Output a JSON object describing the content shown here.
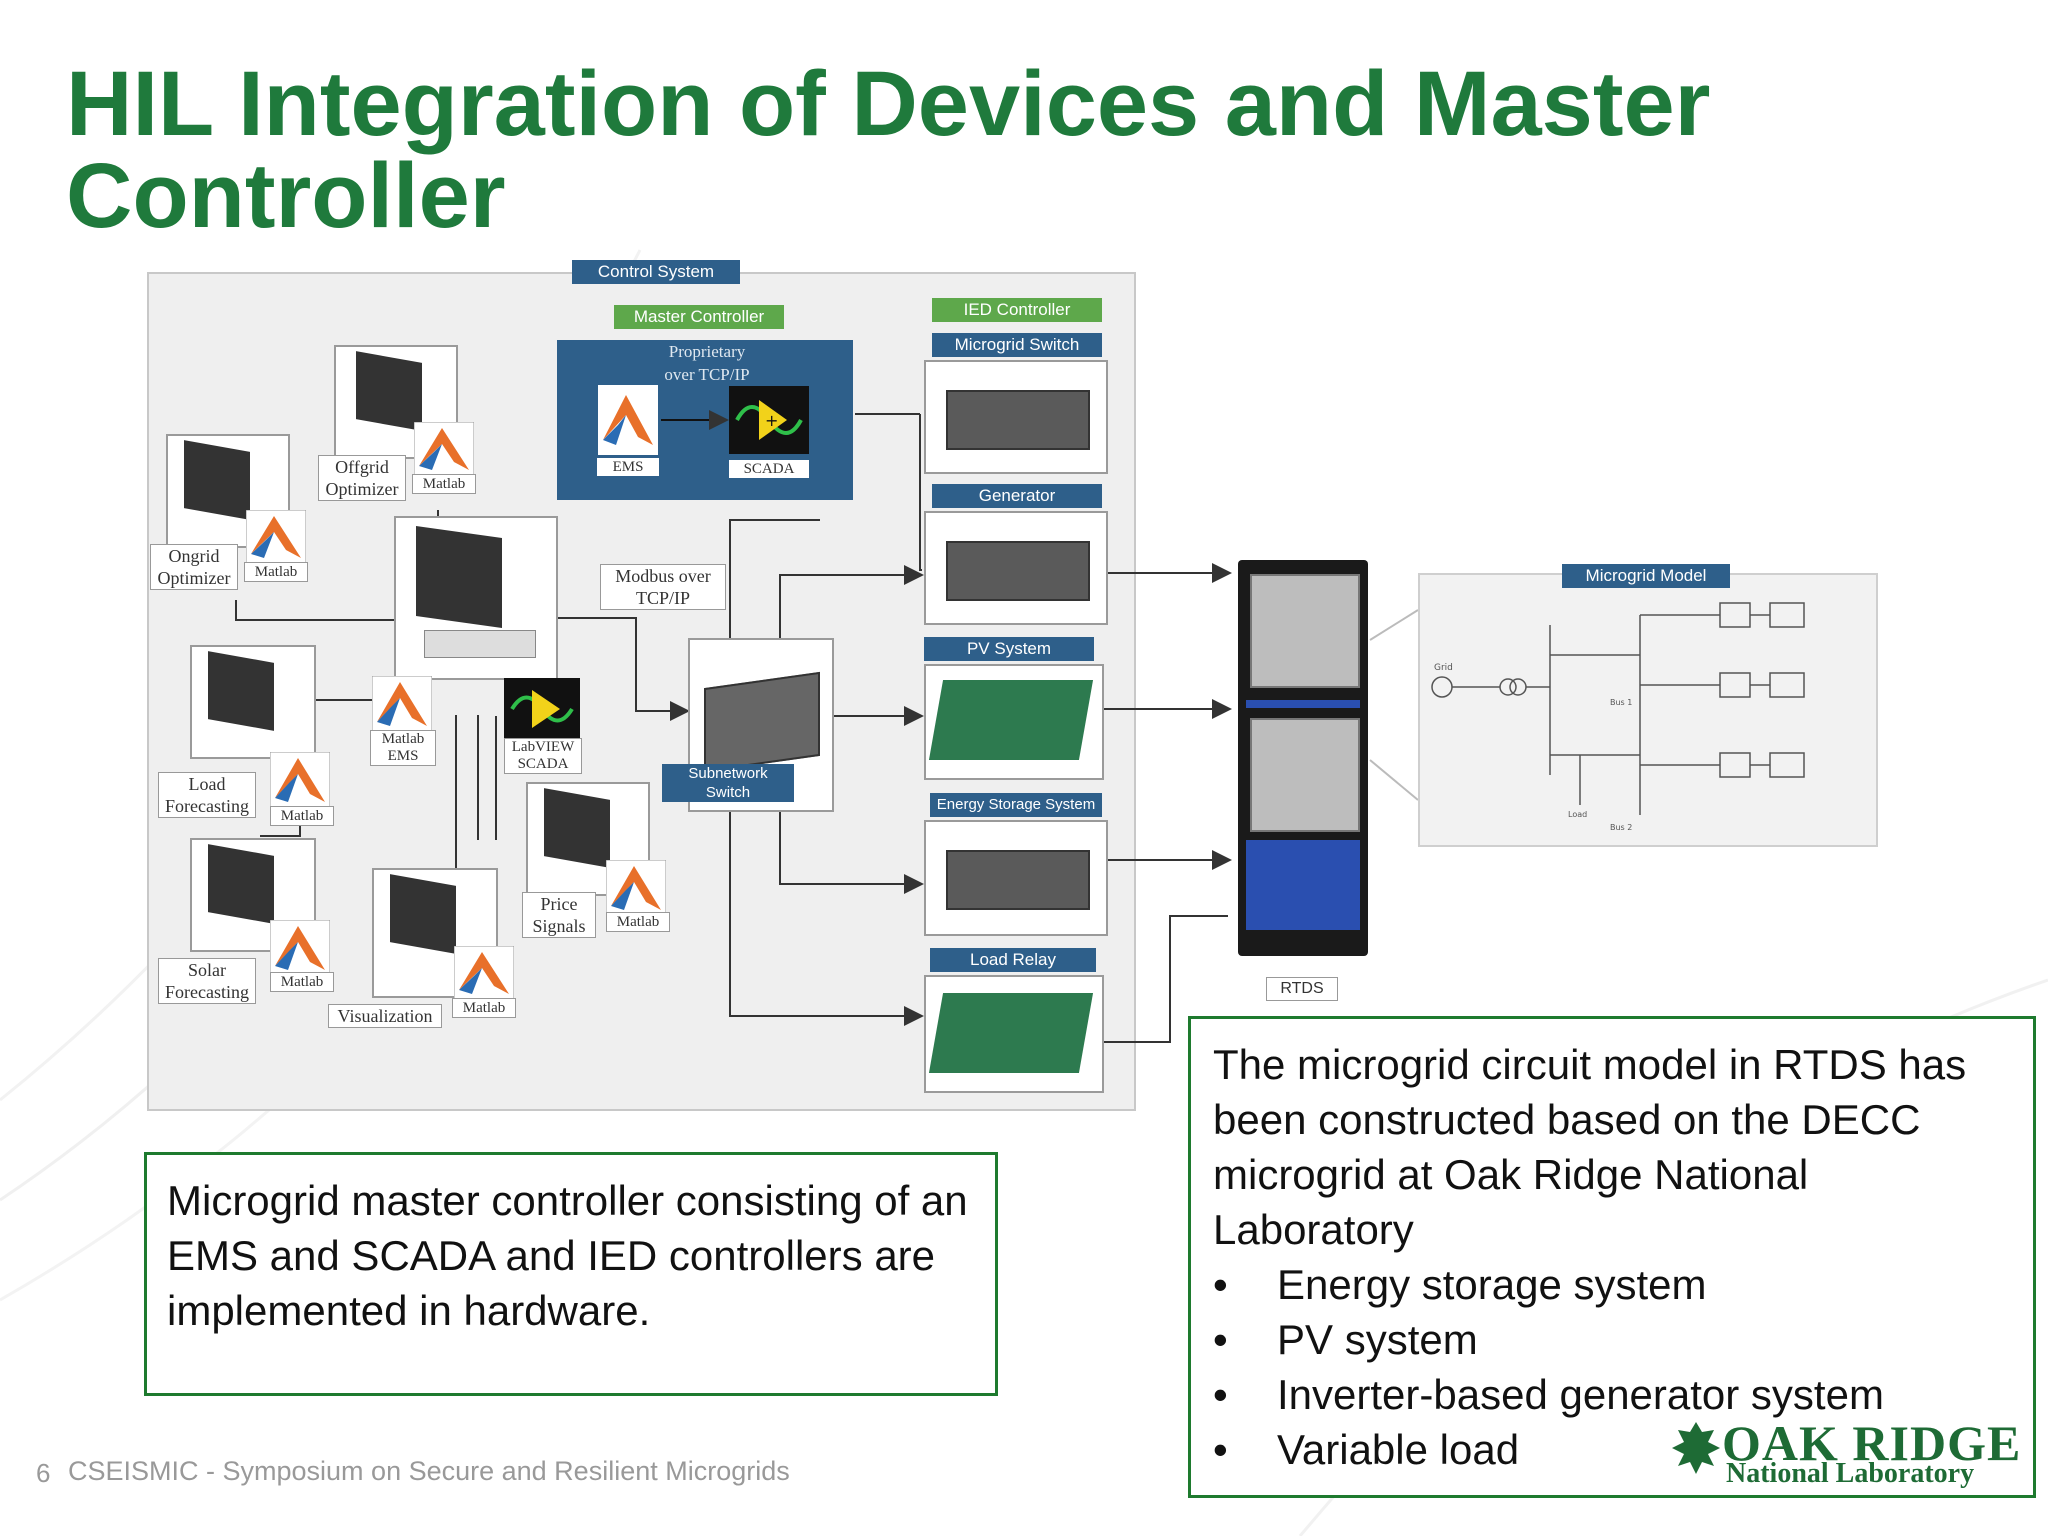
{
  "slide": {
    "title_line1": "HIL Integration of Devices and Master",
    "title_line2": "Controller",
    "page_number": "6",
    "footer": "CSEISMIC - Symposium on Secure and Resilient Microgrids"
  },
  "diagram": {
    "control_system": "Control System",
    "master_controller": "Master Controller",
    "proprietary_line1": "Proprietary",
    "proprietary_line2": "over TCP/IP",
    "ems": "EMS",
    "scada": "SCADA",
    "ied_controller": "IED Controller",
    "microgrid_switch": "Microgrid Switch",
    "generator": "Generator",
    "pv_system": "PV System",
    "energy_storage": "Energy Storage System",
    "load_relay": "Load Relay",
    "offgrid_line1": "Offgrid",
    "offgrid_line2": "Optimizer",
    "ongrid_line1": "Ongrid",
    "ongrid_line2": "Optimizer",
    "matlab": "Matlab",
    "modbus_line1": "Modbus over",
    "modbus_line2": "TCP/IP",
    "load_fc_line1": "Load",
    "load_fc_line2": "Forecasting",
    "labview": "LabVIEW",
    "subnetwork_line1": "Subnetwork",
    "subnetwork_line2": "Switch",
    "price_line1": "Price",
    "price_line2": "Signals",
    "solar_line1": "Solar",
    "solar_line2": "Forecasting",
    "visualization": "Visualization",
    "rtds": "RTDS",
    "microgrid_model": "Microgrid Model",
    "mm_grid": "Grid",
    "mm_bus1": "Bus 1",
    "mm_bus2": "Bus 2",
    "mm_load": "Load"
  },
  "notes": {
    "left": "Microgrid master controller consisting of an EMS and SCADA and IED controllers are implemented in hardware.",
    "right_intro": "The microgrid circuit model in RTDS has been constructed based on the DECC microgrid at Oak Ridge National Laboratory",
    "right_bullets": [
      "Energy storage system",
      "PV system",
      "Inverter-based generator system",
      "Variable load"
    ]
  },
  "logo": {
    "name": "OAK RIDGE",
    "sub": "National Laboratory"
  },
  "colors": {
    "title_green": "#1f7a3c",
    "note_border": "#1e7a2e",
    "tag_blue": "#2e5f8a",
    "tag_green": "#5ea84b"
  }
}
